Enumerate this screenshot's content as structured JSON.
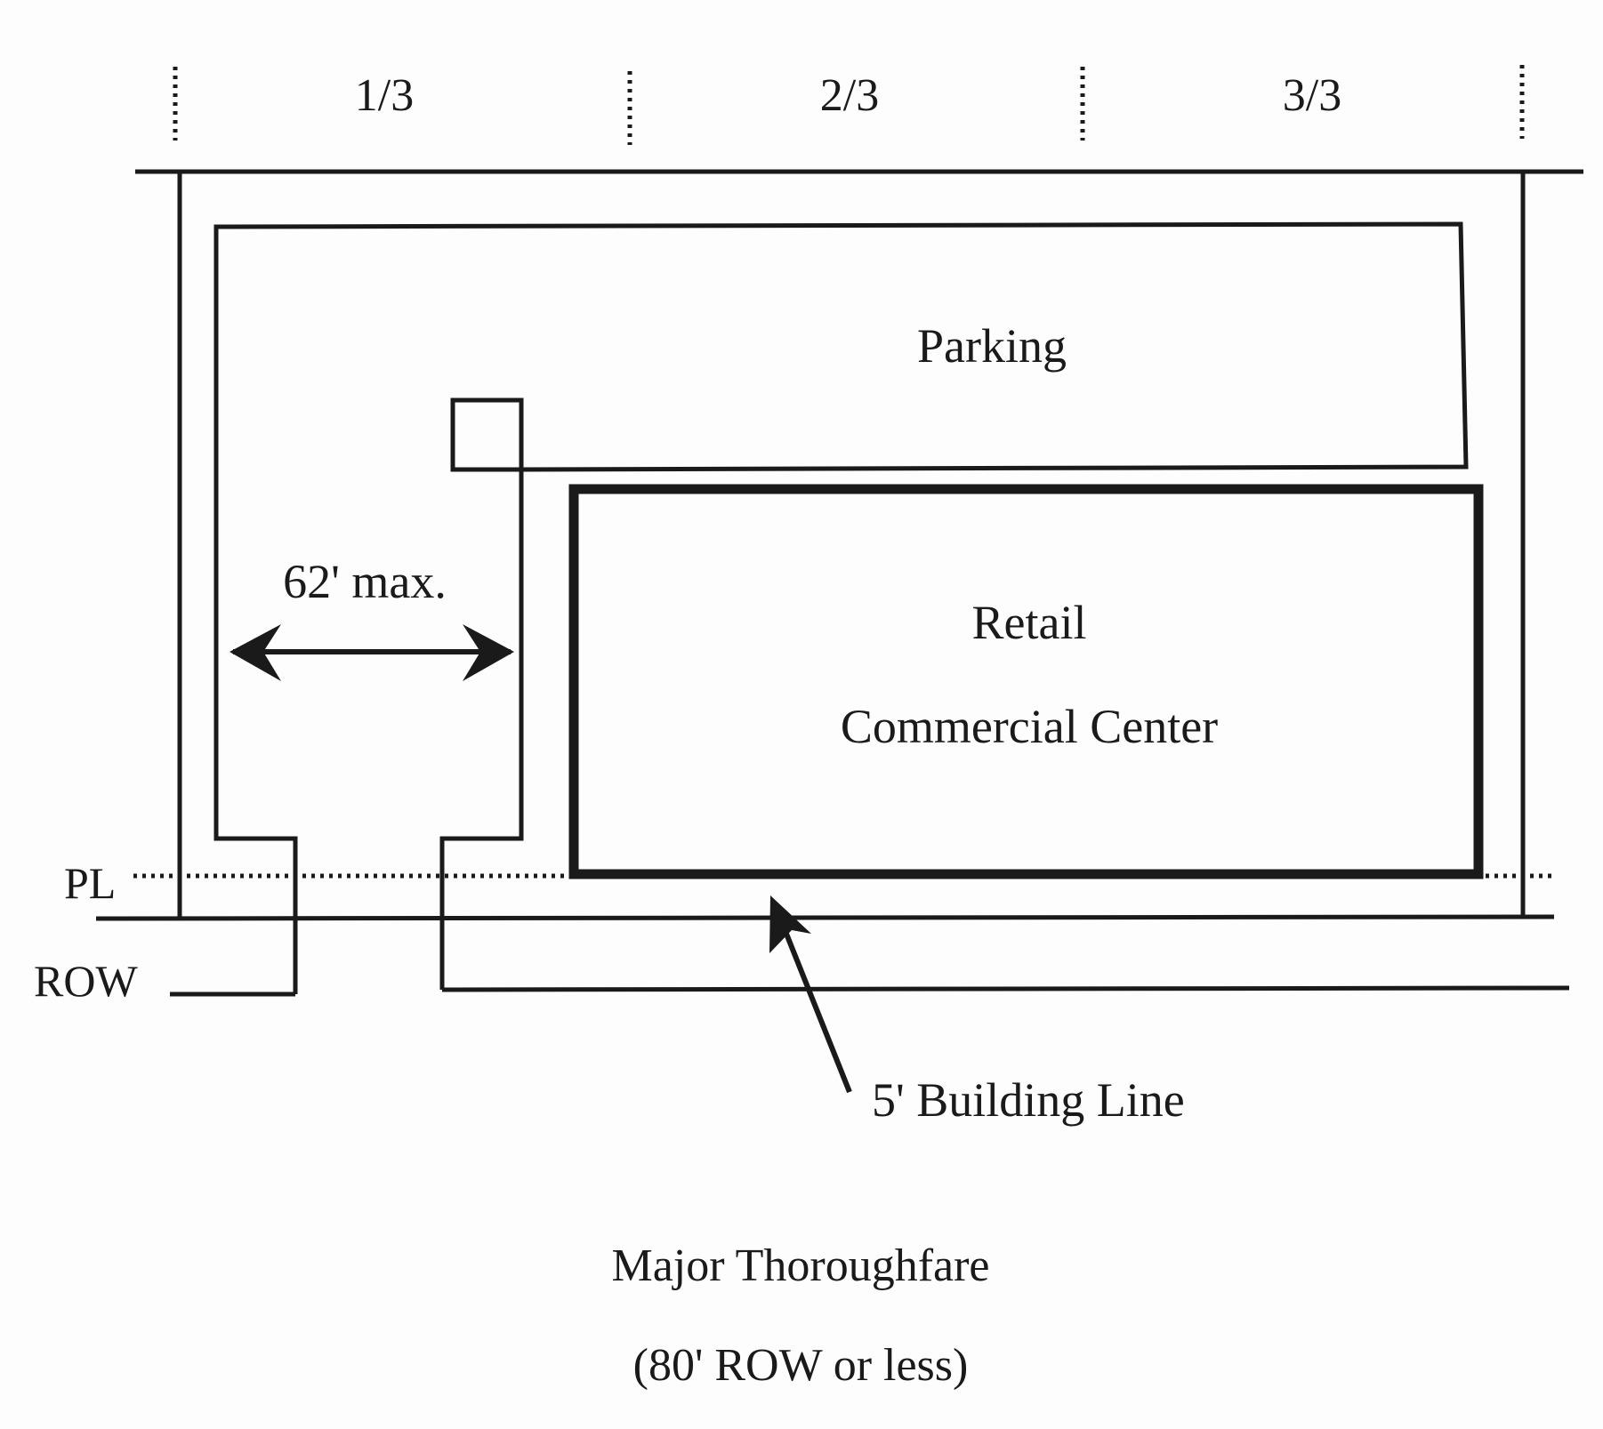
{
  "thirds": [
    "1/3",
    "2/3",
    "3/3"
  ],
  "labels": {
    "parking": "Parking",
    "retail": "Retail",
    "center": "Commercial Center",
    "dimension": "62' max.",
    "pl": "PL",
    "row": "ROW",
    "building_line": "5' Building Line"
  },
  "caption": {
    "line1": "Major Thoroughfare",
    "line2": "(80' ROW or less)"
  },
  "colors": {
    "ink": "#1a1a1a",
    "background": "#fdfdfd"
  }
}
